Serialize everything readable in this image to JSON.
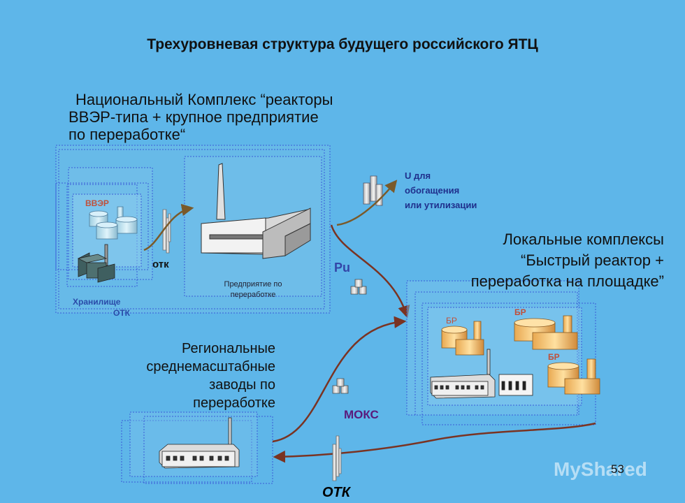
{
  "title": "Трехуровневая структура будущего российского ЯТЦ",
  "national": {
    "line1": "Национальный Комплекс “реакторы",
    "line2": "ВВЭР-типа + крупное предприятие",
    "line3": "по переработке“",
    "vver_label": "ВВЭР",
    "storage_line1": "Хранилище",
    "storage_line2": "ОТК",
    "otk_label": "отк",
    "plant_line1": "Предприятие по",
    "plant_line2": "переработке"
  },
  "uranium": {
    "line1": "U для",
    "line2": "обогащения",
    "line3": "или утилизации"
  },
  "pu_label": "Pu",
  "local": {
    "line1": "Локальные комплексы",
    "line2": "“Быстрый реактор +",
    "line3": "переработка на площадке”",
    "br_labels": [
      "БР",
      "БР",
      "БР"
    ]
  },
  "regional": {
    "line1": "Региональные",
    "line2": "среднемасштабные",
    "line3": "заводы по",
    "line4": "переработке"
  },
  "mox_label": "МОКС",
  "otk_bottom_label": "ОТК",
  "page_number": "53",
  "watermark": "MyShared",
  "colors": {
    "background": "#5eb6e9",
    "arrow": "#7a3322",
    "arrow_olive": "#7a5a2a",
    "dotted_frame": "#3a5bd8",
    "tank": "#f0c070"
  }
}
